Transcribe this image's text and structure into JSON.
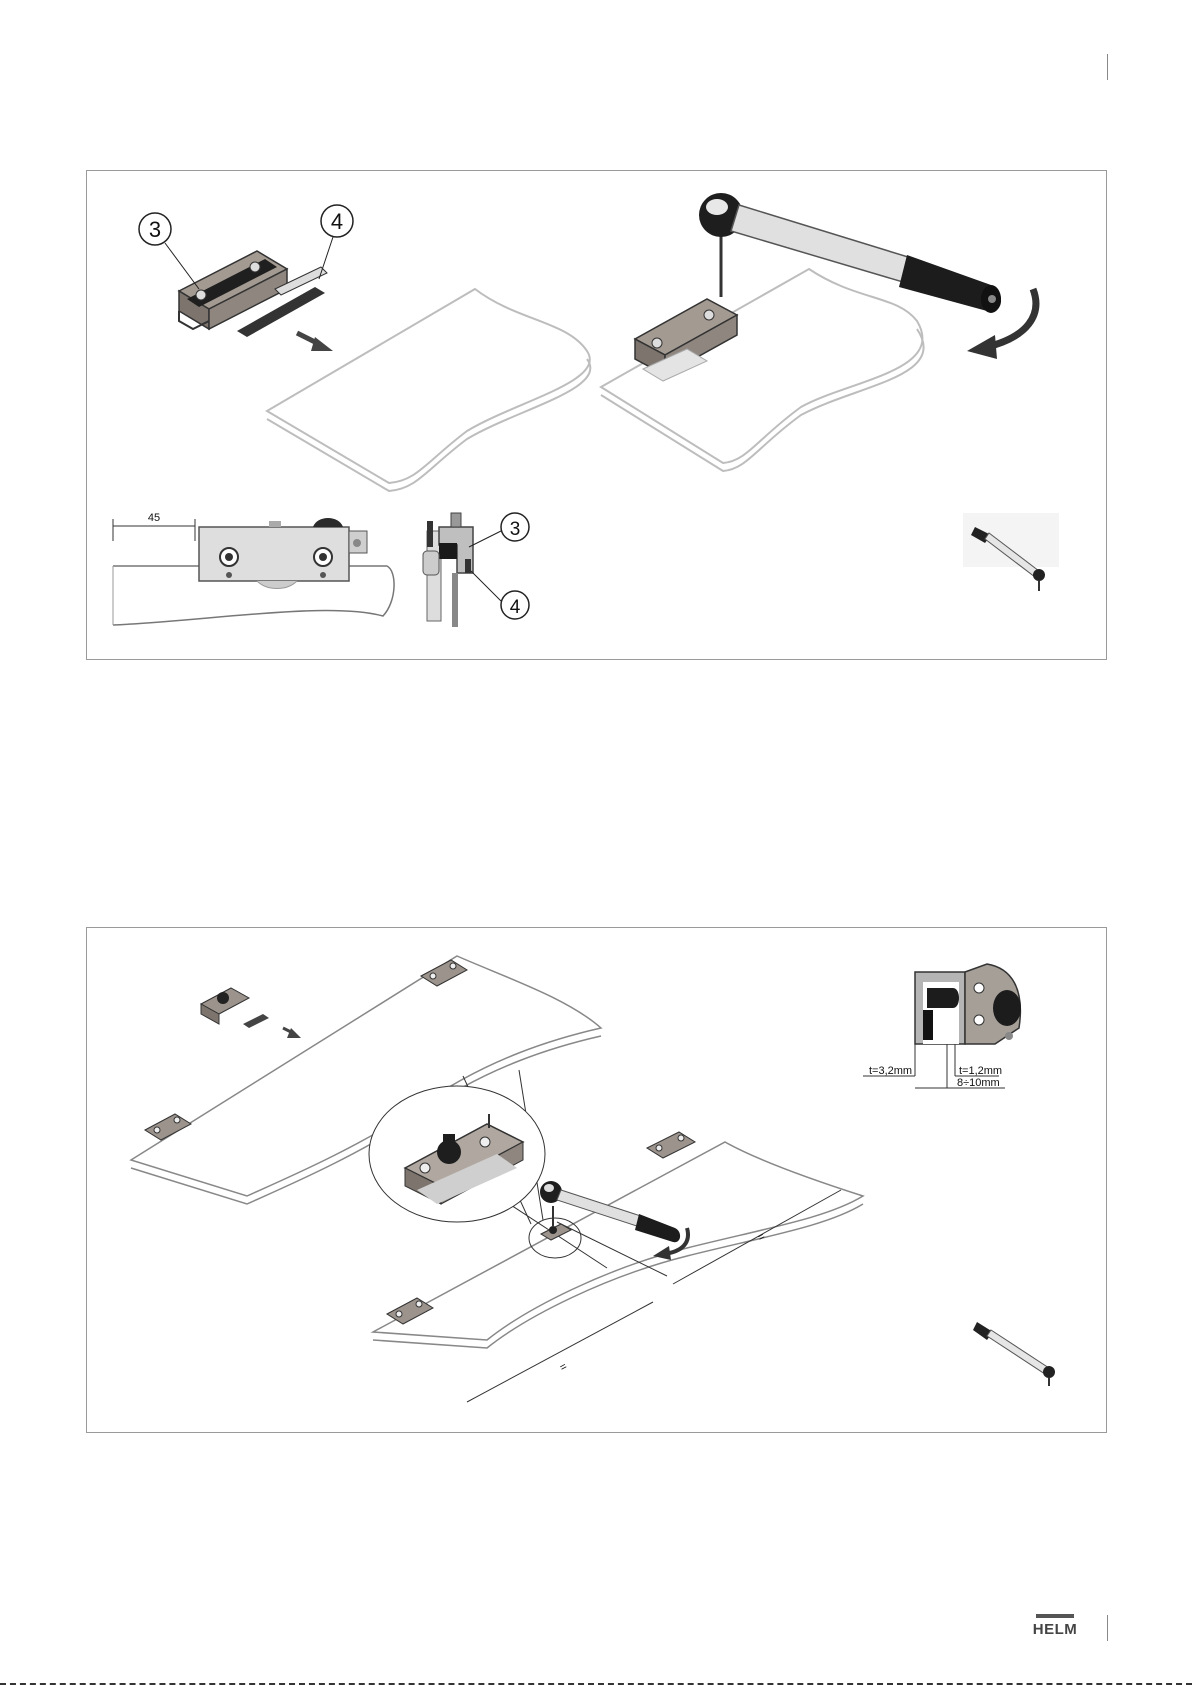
{
  "panel1": {
    "callouts": [
      "3",
      "4"
    ],
    "detail_callouts": [
      "3",
      "4"
    ],
    "dimension": "45"
  },
  "panel2": {
    "label_thickness_outer": "t=3,2mm",
    "label_thickness_inner": "t=1,2mm",
    "label_range": "8÷10mm",
    "equal_mark": "="
  },
  "footer": {
    "brand": "HELM"
  },
  "colors": {
    "panel_border": "#9a9a9a",
    "metal": "#9b938c",
    "dark": "#222222",
    "glass_edge": "#bfbfbf"
  }
}
